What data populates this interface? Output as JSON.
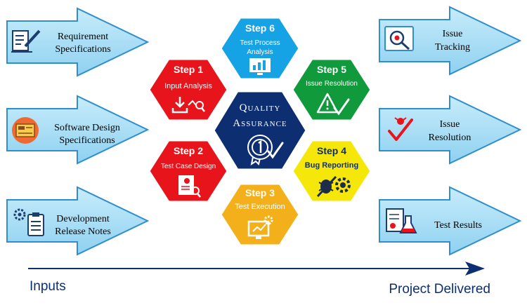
{
  "inputs": [
    {
      "line1": "Requirement",
      "line2": "Specifications",
      "icon": "document-pen-icon"
    },
    {
      "line1": "Software Design",
      "line2": "Specifications",
      "icon": "design-screen-icon"
    },
    {
      "line1": "Development",
      "line2": "Release Notes",
      "icon": "clipboard-gear-icon"
    }
  ],
  "outputs": [
    {
      "line1": "Issue",
      "line2": "Tracking",
      "icon": "bug-search-icon"
    },
    {
      "line1": "Issue",
      "line2": "Resolution",
      "icon": "bug-check-icon"
    },
    {
      "line1": "Test Results",
      "line2": "",
      "icon": "certificate-flask-icon"
    }
  ],
  "center": {
    "line1": "Quality",
    "line2": "Assurance",
    "icon": "award-badge-icon"
  },
  "steps": [
    {
      "step": "Step 1",
      "label": "Input Analysis",
      "label2": "",
      "color": "#e8141c",
      "icon": "input-analysis-icon"
    },
    {
      "step": "Step 2",
      "label": "Test Case Design",
      "label2": "",
      "color": "#e8141c",
      "icon": "document-search-icon"
    },
    {
      "step": "Step 3",
      "label": "Test Execution",
      "label2": "",
      "color": "#f3b01a",
      "icon": "monitor-gear-icon"
    },
    {
      "step": "Step 4",
      "label": "Bug Reporting",
      "label2": "",
      "color": "#f6e70a",
      "icon": "bug-gear-icon"
    },
    {
      "step": "Step 5",
      "label": "Issue Resolution",
      "label2": "",
      "color": "#109a3c",
      "icon": "warning-check-icon"
    },
    {
      "step": "Step 6",
      "label": "Test Process",
      "label2": "Analysis",
      "color": "#15a3e6",
      "icon": "monitor-chart-icon"
    }
  ],
  "bottom": {
    "left_label": "Inputs",
    "right_label": "Project Delivered"
  },
  "colors": {
    "arrow_fill": "#9ed8f3",
    "arrow_stroke": "#2f8fcd",
    "center_hex": "#0d2e70",
    "timeline": "#0d2e70"
  }
}
